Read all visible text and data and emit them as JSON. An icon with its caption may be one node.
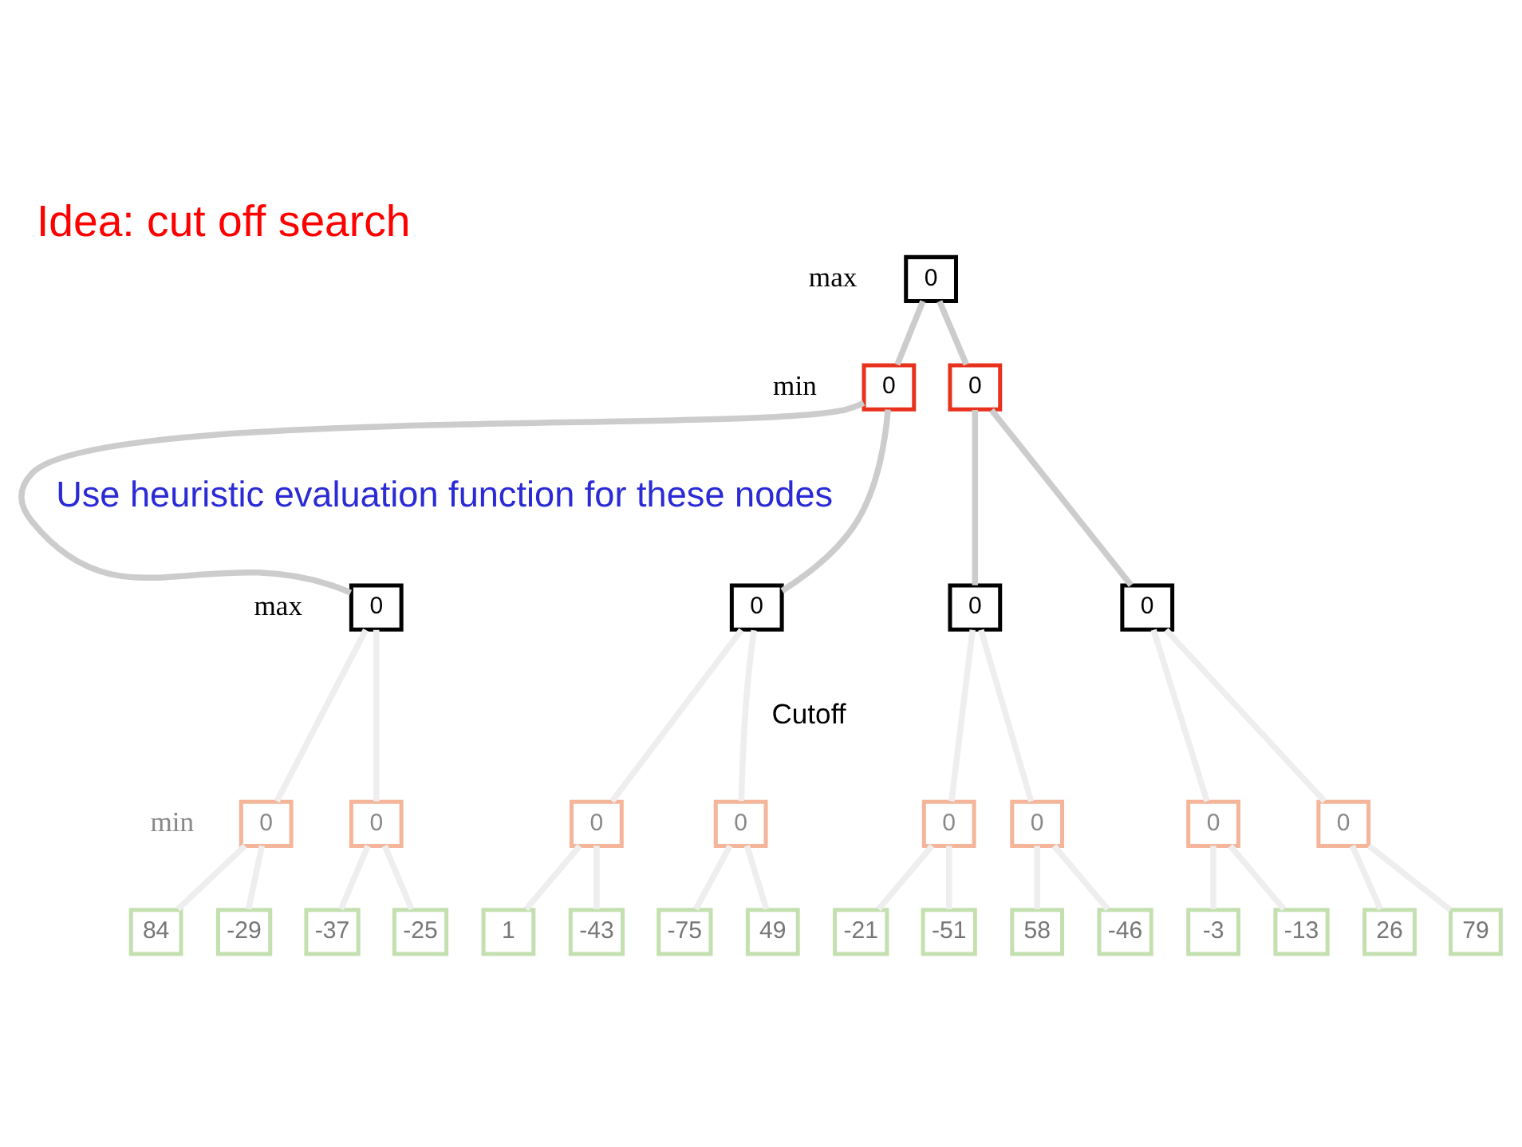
{
  "diagram": {
    "title": "Idea: cut off search",
    "nodes": [
      {
        "text": [
          "0"
        ]
      },
      {
        "text": [
          "0"
        ]
      },
      {
        "text": [
          "0"
        ]
      },
      {
        "text": [
          "0"
        ]
      },
      {
        "text": [
          "0"
        ]
      },
      {
        "text": [
          "0"
        ]
      },
      {
        "text": [
          "0"
        ]
      },
      {
        "text": [
          "0"
        ]
      },
      {
        "text": [
          "0"
        ]
      },
      {
        "text": [
          "0"
        ]
      },
      {
        "text": [
          "0"
        ]
      },
      {
        "text": [
          "0"
        ]
      },
      {
        "text": [
          "0"
        ]
      },
      {
        "text": [
          "0"
        ]
      },
      {
        "text": [
          "0"
        ]
      },
      {
        "text": [
          "84"
        ]
      },
      {
        "text": [
          "-29"
        ]
      },
      {
        "text": [
          "-37"
        ]
      },
      {
        "text": [
          "-25"
        ]
      },
      {
        "text": [
          "1"
        ]
      },
      {
        "text": [
          "-43"
        ]
      },
      {
        "text": [
          "-75"
        ]
      },
      {
        "text": [
          "49"
        ]
      },
      {
        "text": [
          "-21"
        ]
      },
      {
        "text": [
          "-51"
        ]
      },
      {
        "text": [
          "58"
        ]
      },
      {
        "text": [
          "-46"
        ]
      },
      {
        "text": [
          "-3"
        ]
      },
      {
        "text": [
          "-13"
        ]
      },
      {
        "text": [
          "26"
        ]
      },
      {
        "text": [
          "79"
        ]
      }
    ],
    "edges": [
      {
        "from": 0,
        "to": 1,
        "arrow": "none",
        "color": "#cccccc"
      },
      {
        "from": 0,
        "to": 2,
        "arrow": "none",
        "color": "#cccccc"
      },
      {
        "from": 1,
        "to": 3,
        "arrow": "none",
        "color": "#cccccc"
      },
      {
        "from": 1,
        "to": 4,
        "arrow": "none",
        "color": "#cccccc"
      },
      {
        "from": 2,
        "to": 5,
        "arrow": "none",
        "color": "#cccccc"
      },
      {
        "from": 2,
        "to": 6,
        "arrow": "none",
        "color": "#cccccc"
      },
      {
        "from": 3,
        "to": 7,
        "arrow": "none"
      },
      {
        "from": 3,
        "to": 8,
        "arrow": "none"
      },
      {
        "from": 4,
        "to": 9,
        "arrow": "none"
      },
      {
        "from": 4,
        "to": 10,
        "arrow": "none"
      },
      {
        "from": 5,
        "to": 11,
        "arrow": "none"
      },
      {
        "from": 5,
        "to": 12,
        "arrow": "none"
      },
      {
        "from": 6,
        "to": 13,
        "arrow": "none"
      },
      {
        "from": 6,
        "to": 14,
        "arrow": "none"
      },
      {
        "from": 7,
        "to": 15,
        "arrow": "none"
      },
      {
        "from": 7,
        "to": 16,
        "arrow": "none"
      },
      {
        "from": 8,
        "to": 17,
        "arrow": "none"
      },
      {
        "from": 8,
        "to": 18,
        "arrow": "none"
      },
      {
        "from": 9,
        "to": 19,
        "arrow": "none"
      },
      {
        "from": 9,
        "to": 20,
        "arrow": "none"
      },
      {
        "from": 10,
        "to": 21,
        "arrow": "none"
      },
      {
        "from": 10,
        "to": 22,
        "arrow": "none"
      },
      {
        "from": 11,
        "to": 23,
        "arrow": "none"
      },
      {
        "from": 11,
        "to": 24,
        "arrow": "none"
      },
      {
        "from": 12,
        "to": 25,
        "arrow": "none"
      },
      {
        "from": 12,
        "to": 26,
        "arrow": "none"
      },
      {
        "from": 13,
        "to": 27,
        "arrow": "none"
      },
      {
        "from": 13,
        "to": 28,
        "arrow": "none"
      },
      {
        "from": 14,
        "to": 29,
        "arrow": "none"
      },
      {
        "from": 14,
        "to": 30,
        "arrow": "none"
      }
    ],
    "labels": [
      "max",
      "min",
      "Use heuristic evaluation function for these nodes",
      "max",
      "Cutoff",
      "min"
    ]
  }
}
